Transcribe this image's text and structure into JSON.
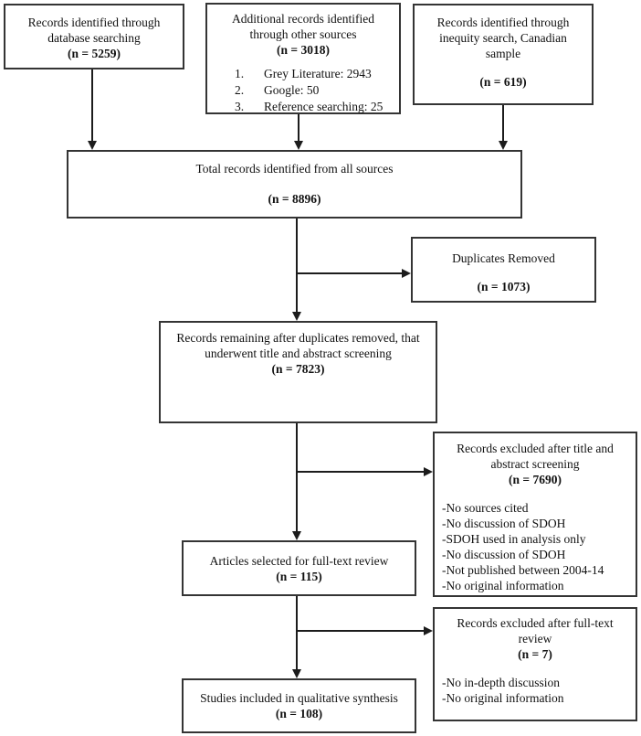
{
  "colors": {
    "background": "#ffffff",
    "box_border": "#343434",
    "arrow": "#1c1c1c",
    "text": "#111111"
  },
  "boxes": {
    "database_search": {
      "lines": [
        "Records identified through",
        "database searching"
      ],
      "n": "(n = 5259)"
    },
    "other_sources": {
      "lines": [
        "Additional records identified",
        "through other sources"
      ],
      "n": "(n = 3018)",
      "items": [
        {
          "num": "1.",
          "text": "Grey Literature: 2943"
        },
        {
          "num": "2.",
          "text": "Google: 50"
        },
        {
          "num": "3.",
          "text": "Reference searching: 25"
        }
      ]
    },
    "inequity_search": {
      "lines": [
        "Records identified through",
        "inequity search, Canadian",
        "sample"
      ],
      "n": "(n = 619)"
    },
    "total_records": {
      "lines": [
        "Total records identified from all sources"
      ],
      "n": "(n = 8896)"
    },
    "duplicates_removed": {
      "lines": [
        "Duplicates Removed"
      ],
      "n": "(n = 1073)"
    },
    "after_duplicates": {
      "lines": [
        "Records remaining after duplicates removed, that",
        "underwent title and abstract screening"
      ],
      "n": "(n = 7823)"
    },
    "title_abstract_excluded": {
      "lines": [
        "Records excluded after title and",
        "abstract screening"
      ],
      "n": "(n = 7690)",
      "reasons": [
        "-No sources cited",
        "-No discussion of SDOH",
        "-SDOH used in analysis only",
        "-No discussion of SDOH",
        "-Not published between 2004-14",
        "-No original information"
      ]
    },
    "full_text_review": {
      "lines": [
        "Articles selected for full-text review"
      ],
      "n": "(n = 115)"
    },
    "full_text_excluded": {
      "lines": [
        "Records excluded after full-text",
        "review"
      ],
      "n": "(n = 7)",
      "reasons": [
        "-No in-depth discussion",
        "-No original information"
      ]
    },
    "qualitative_synthesis": {
      "lines": [
        "Studies included in qualitative synthesis"
      ],
      "n": "(n = 108)"
    }
  }
}
